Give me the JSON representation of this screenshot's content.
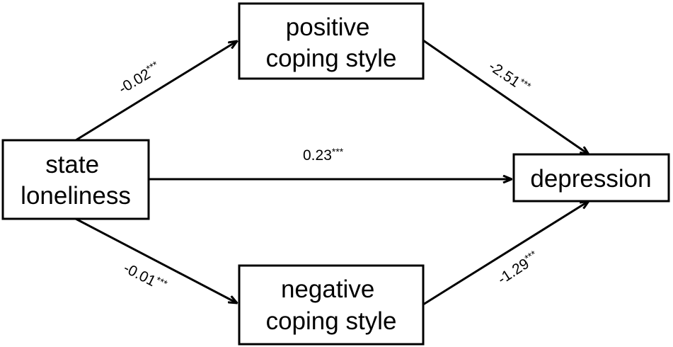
{
  "nodes": {
    "state_loneliness": {
      "lines": [
        "state",
        "loneliness"
      ]
    },
    "positive_coping": {
      "lines": [
        "positive",
        "coping style"
      ]
    },
    "negative_coping": {
      "lines": [
        "negative",
        "coping style"
      ]
    },
    "depression": {
      "lines": [
        "depression"
      ]
    }
  },
  "paths": {
    "a1": {
      "coef": "-0.02",
      "sig": "***"
    },
    "b1": {
      "coef": "-2.51",
      "sig": "***"
    },
    "c": {
      "coef": "0.23",
      "sig": "***"
    },
    "a2": {
      "coef": "-0.01",
      "sig": "***"
    },
    "b2": {
      "coef": "-1.29",
      "sig": "***"
    }
  },
  "colors": {
    "stroke": "#000000",
    "background": "#ffffff"
  }
}
